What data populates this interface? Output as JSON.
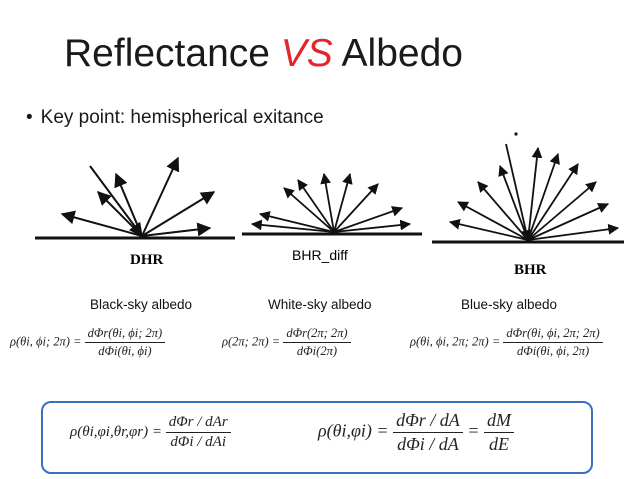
{
  "slide": {
    "title_pre": "Reflectance ",
    "title_vs": "VS",
    "title_post": " Albedo",
    "bullet_marker": "•",
    "bullet_text": "Key point: hemispherical exitance",
    "accent_color": "#e3262b",
    "box_border_color": "#3b6fc4"
  },
  "diagrams": [
    {
      "caption": "DHR",
      "albedo_label": "Black-sky albedo"
    },
    {
      "caption": "BHR_diff",
      "albedo_label": "White-sky albedo"
    },
    {
      "caption": "BHR",
      "albedo_label": "Blue-sky albedo"
    }
  ],
  "equations": {
    "dhr_lhs": "ρ(θi, ϕi; 2π) =",
    "dhr_num": "dΦr(θi, ϕi; 2π)",
    "dhr_den": "dΦi(θi, ϕi)",
    "bhrdiff_lhs": "ρ(2π; 2π) =",
    "bhrdiff_num": "dΦr(2π; 2π)",
    "bhrdiff_den": "dΦi(2π)",
    "bhr_lhs": "ρ(θi, ϕi, 2π; 2π) =",
    "bhr_num": "dΦr(θi, ϕi, 2π; 2π)",
    "bhr_den": "dΦi(θi, ϕi, 2π)",
    "box_left_lhs": "ρ(θi,φi,θr,φr) =",
    "box_left_num": "dΦr / dAr",
    "box_left_den": "dΦi / dAi",
    "box_right_lhs": "ρ(θi,φi) =",
    "box_right_num": "dΦr / dA",
    "box_right_den": "dΦi / dA",
    "box_right_eq": "=",
    "box_right_num2": "dM",
    "box_right_den2": "dE"
  }
}
